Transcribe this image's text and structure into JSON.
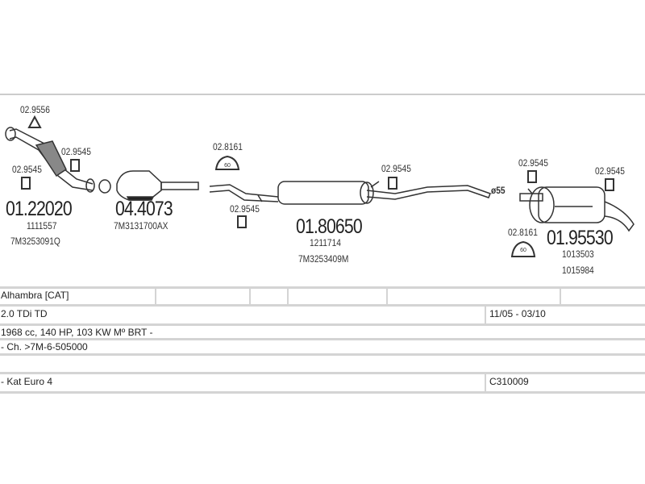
{
  "parts": [
    {
      "code": "01.22020",
      "refs": [
        "1111557",
        "7M3253091Q"
      ]
    },
    {
      "code": "04.4073",
      "refs": [
        "7M3131700AX"
      ]
    },
    {
      "code": "01.80650",
      "refs": [
        "1211714",
        "7M3253409M"
      ]
    },
    {
      "code": "01.95530",
      "refs": [
        "1013503",
        "1015984"
      ]
    }
  ],
  "fittings": {
    "f1": "02.9556",
    "f2": "02.9545",
    "f3": "02.9545",
    "f4": "02.8161",
    "f5": "02.9545",
    "f6": "02.9545",
    "f7": "02.9545",
    "f8": "02.9545",
    "f9": "02.8161"
  },
  "diameter": "ø55",
  "clamp_label": "60",
  "table": {
    "model": "Alhambra  [CAT]",
    "engine": "2.0 TDi TD",
    "years": "11/05 - 03/10",
    "spec": "1968 cc, 140 HP, 103 KW Mº BRT -",
    "chassis": "- Ch. >7M-6-505000",
    "note": "- Kat Euro 4",
    "ref": "C310009"
  }
}
